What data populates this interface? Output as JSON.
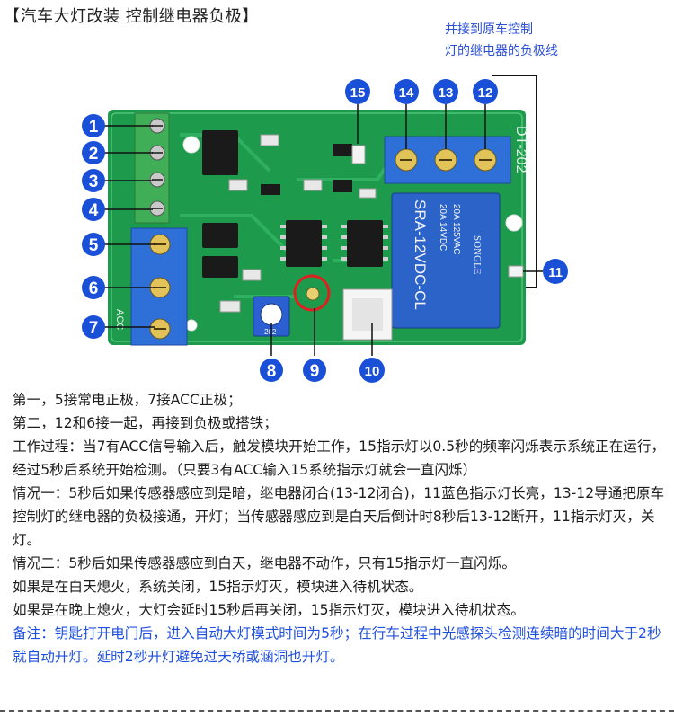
{
  "title": "【汽车大灯改装  控制继电器负极】",
  "note": {
    "line1": "并接到原车控制",
    "line2": "灯的继电器的负极线"
  },
  "board": {
    "model": "DT-202",
    "relay_text_1": "SRA-12VDC-CL",
    "relay_text_2": "20A 14VDC",
    "relay_text_3": "20A 125VAC",
    "relay_brand": "SONGLE",
    "pin_label_acc": "ACC",
    "pot_text": "202"
  },
  "callouts": [
    "1",
    "2",
    "3",
    "4",
    "5",
    "6",
    "7",
    "8",
    "9",
    "10",
    "11",
    "12",
    "13",
    "14",
    "15"
  ],
  "colors": {
    "callout_blue": "#1a4fd8",
    "board_green": "#1e9a4c",
    "terminal_blue": "#2f6fd8",
    "terminal_green": "#3fae56",
    "highlight_red": "#e02020",
    "note_blue": "#2b4fd6"
  },
  "description": {
    "lines": [
      "第一，5接常电正极，7接ACC正极；",
      "第二，12和6接一起，再接到负极或搭铁；",
      "工作过程：当7有ACC信号输入后，触发模块开始工作，15指示灯以0.5秒的频率闪烁表示系统正在运行，经过5秒后系统开始检测。（只要3有ACC输入15系统指示灯就会一直闪烁）",
      "情况一：5秒后如果传感器感应到是暗，继电器闭合(13-12闭合)，11蓝色指示灯长亮，13-12导通把原车控制灯的继电器的负极接通，开灯；当传感器感应到是白天后倒计时8秒后13-12断开，11指示灯灭，关灯。",
      "情况二：5秒后如果传感器感应到白天，继电器不动作，只有15指示灯一直闪烁。",
      "如果是在白天熄火，系统关闭，15指示灯灭，模块进入待机状态。",
      "如果是在晚上熄火，大灯会延时15秒后再关闭，15指示灯灭，模块进入待机状态。"
    ],
    "remark": "备注：钥匙打开电门后，进入自动大灯模式时间为5秒；在行车过程中光感探头检测连续暗的时间大于2秒就自动开灯。延时2秒开灯避免过天桥或涵洞也开灯。"
  }
}
